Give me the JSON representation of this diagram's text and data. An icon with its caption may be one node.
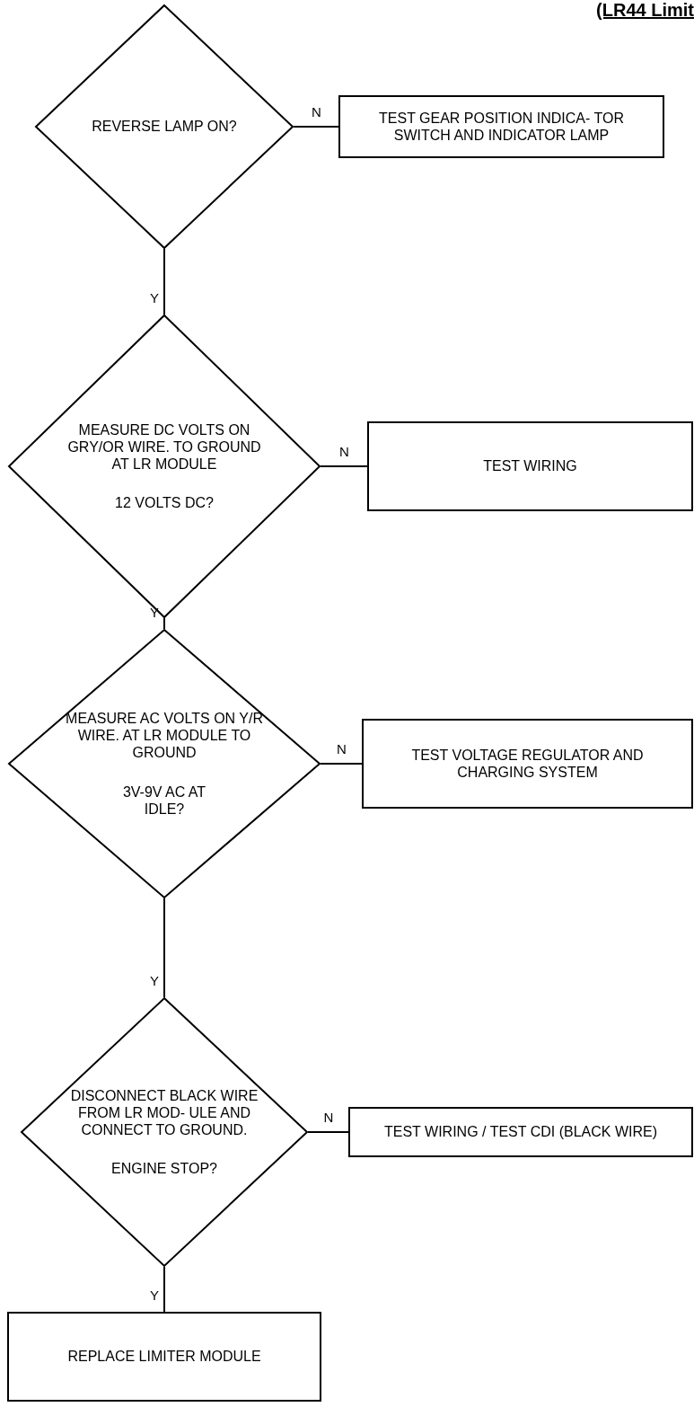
{
  "diagram": {
    "title": "(LR44 Limit",
    "nodes": [
      {
        "text": [
          "REVERSE LAMP ON?"
        ]
      },
      {
        "text": [
          "TEST GEAR POSITION INDICA- TOR SWITCH AND INDICATOR LAMP"
        ]
      },
      {
        "text": [
          "MEASURE DC VOLTS ON GRY/OR WIRE. TO GROUND AT LR MODULE",
          "12 VOLTS DC?"
        ]
      },
      {
        "text": [
          "TEST WIRING"
        ]
      },
      {
        "text": [
          "MEASURE AC VOLTS ON Y/R WIRE. AT LR MODULE TO GROUND",
          "3V-9V AC AT IDLE?"
        ]
      },
      {
        "text": [
          "TEST VOLTAGE REGULATOR AND CHARGING SYSTEM"
        ]
      },
      {
        "text": [
          "DISCONNECT BLACK WIRE FROM LR MOD- ULE AND CONNECT TO GROUND.",
          "ENGINE STOP?"
        ]
      },
      {
        "text": [
          "TEST WIRING / TEST CDI (BLACK WIRE)"
        ]
      },
      {
        "text": [
          "REPLACE LIMITER MODULE"
        ]
      }
    ],
    "edges": [
      {
        "from": 0,
        "to": 1,
        "arrow": "none",
        "label": "N"
      },
      {
        "from": 0,
        "to": 2,
        "arrow": "none",
        "label": "Y"
      },
      {
        "from": 2,
        "to": 3,
        "arrow": "none",
        "label": "N"
      },
      {
        "from": 2,
        "to": 4,
        "arrow": "none",
        "label": "Y"
      },
      {
        "from": 4,
        "to": 5,
        "arrow": "none",
        "label": "N"
      },
      {
        "from": 4,
        "to": 6,
        "arrow": "none",
        "label": "Y"
      },
      {
        "from": 6,
        "to": 7,
        "arrow": "none",
        "label": "N"
      },
      {
        "from": 6,
        "to": 8,
        "arrow": "none",
        "label": "Y"
      }
    ]
  }
}
